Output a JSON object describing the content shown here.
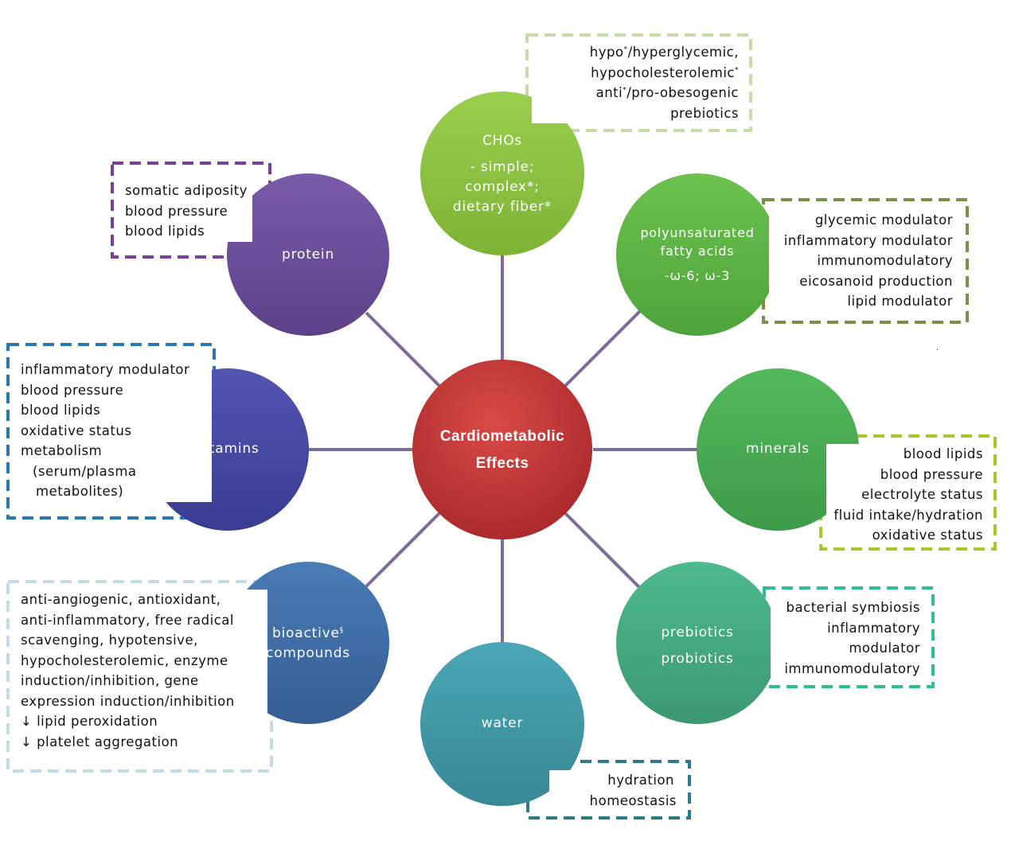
{
  "center": {
    "title_line1": "Cardiometabolic",
    "title_line2": "Effects"
  },
  "nodes": {
    "chos": {
      "title": "CHOs",
      "lines": [
        "- simple;",
        "complex*;",
        "dietary fiber*"
      ],
      "color": "#8cc63e"
    },
    "pufa": {
      "lines": [
        "polyunsaturated",
        "fatty acids",
        "-ω-6; ω-3"
      ],
      "color": "#5cb84a"
    },
    "minerals": {
      "title": "minerals",
      "color": "#4caf56"
    },
    "prebiotics": {
      "lines": [
        "prebiotics",
        "probiotics"
      ],
      "color": "#44a882"
    },
    "water": {
      "title": "water",
      "color": "#3f9aa8"
    },
    "bioactive": {
      "title_base": "bioactive",
      "title_sup": "§",
      "title_line2": "compounds",
      "color": "#3e6ea8"
    },
    "vitamins": {
      "title": "vitamins",
      "color": "#4648a6"
    },
    "protein": {
      "title": "protein",
      "color": "#6e4e9c"
    }
  },
  "boxes": {
    "chos": {
      "line1_a": "hypo",
      "line1_sup": "*",
      "line1_b": "/hyperglycemic,",
      "line2_a": "hypocholesterolemic",
      "line2_sup": "*",
      "line3_a": "anti",
      "line3_sup": "*",
      "line3_b": "/pro-obesogenic",
      "line4": "prebiotics",
      "border_color": "#c9dba8"
    },
    "pufa": {
      "lines": [
        "glycemic modulator",
        "inflammatory modulator",
        "immunomodulatory",
        "eicosanoid production",
        "lipid modulator"
      ],
      "border_color": "#7a8f45"
    },
    "minerals": {
      "lines": [
        "blood lipids",
        "blood pressure",
        "electrolyte status",
        "fluid intake/hydration",
        "oxidative status"
      ],
      "border_color": "#a9c62e"
    },
    "prebiotics": {
      "lines": [
        "bacterial symbiosis",
        "inflammatory",
        "modulator",
        "immunomodulatory"
      ],
      "border_color": "#2dbf98"
    },
    "water": {
      "lines": [
        "hydration",
        "homeostasis"
      ],
      "border_color": "#2e7a88"
    },
    "bioactive": {
      "lines": [
        "anti-angiogenic, antioxidant,",
        "anti-inflammatory, free radical",
        "scavenging, hypotensive,",
        "hypocholesterolemic, enzyme",
        "induction/inhibition, gene",
        "expression induction/inhibition",
        "↓ lipid peroxidation",
        "↓ platelet aggregation"
      ],
      "border_color": "#c2dde5"
    },
    "vitamins": {
      "lines": [
        "inflammatory modulator",
        "blood pressure",
        "blood lipids",
        "oxidative status",
        "metabolism",
        "(serum/plasma",
        "metabolites)"
      ],
      "border_color": "#2a78b0"
    },
    "protein": {
      "lines": [
        "somatic adiposity",
        "blood pressure",
        "blood lipids"
      ],
      "border_color": "#7a3f9a"
    }
  },
  "stray_mark": ".",
  "colors": {
    "spoke": "#7d6b9c",
    "center": "#c23a38"
  }
}
